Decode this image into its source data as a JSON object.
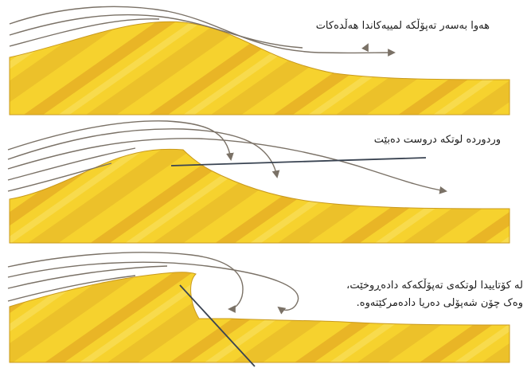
{
  "colors": {
    "sand_light": "#f6d22e",
    "sand_mid": "#ecc12a",
    "sand_stripe": "#e4ab22",
    "sand_edge": "#c99a1e",
    "wind_stroke": "#7a7166",
    "pointer_line": "#3a4452",
    "background": "#ffffff"
  },
  "captions": {
    "panel1": "هەوا بەسەر تەپۆڵکە لمییەکاندا هەڵدەکات",
    "panel2": "وردوردە لوتکە دروست دەبێت",
    "panel3_line1": "لە کۆتاییدا لوتکەی تەپۆڵکەکە دادەڕوخێت،",
    "panel3_line2": "وەک چۆن شەپۆلی دەریا دادەمرکێتەوە."
  }
}
